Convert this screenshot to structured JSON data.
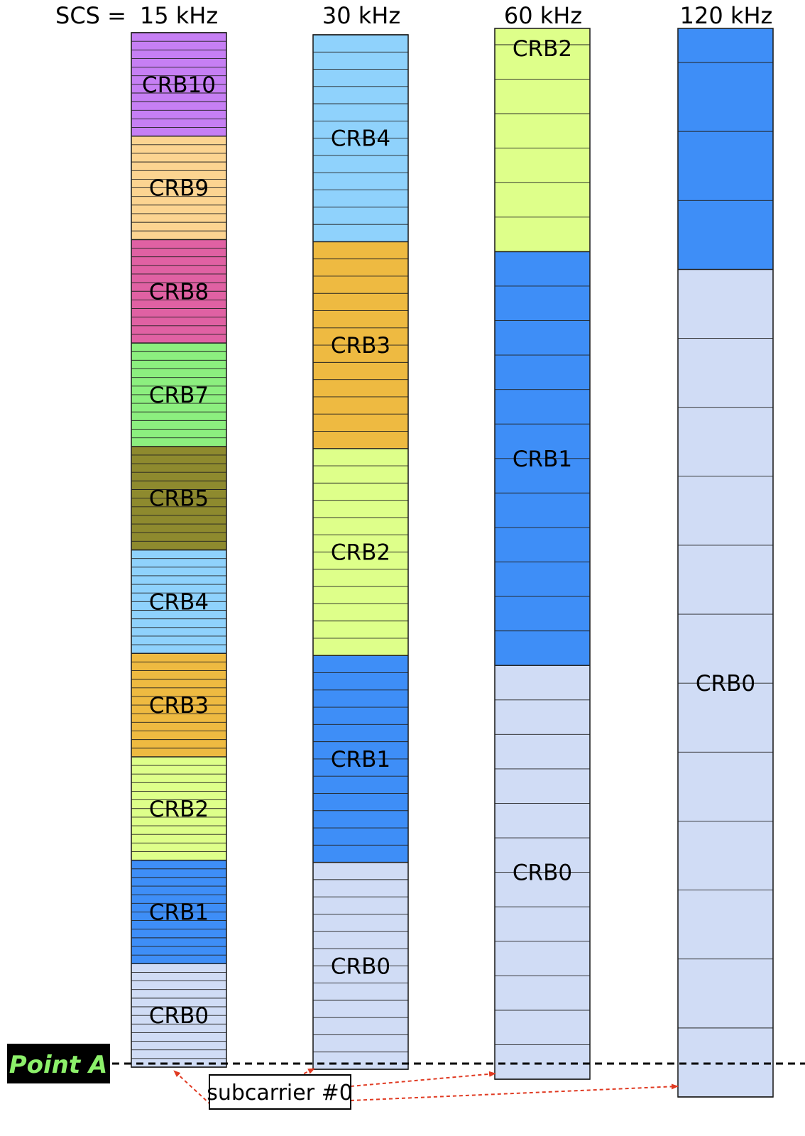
{
  "header": {
    "prefix": "SCS =",
    "columns": [
      "15 kHz",
      "30 kHz",
      "60 kHz",
      "120 kHz"
    ]
  },
  "columns": [
    {
      "scs": "15 kHz",
      "subcarriers_per_crb": 12,
      "blocks": [
        {
          "label": "CRB0",
          "color": "#d0dcf5"
        },
        {
          "label": "CRB1",
          "color": "#3e8ef7"
        },
        {
          "label": "CRB2",
          "color": "#deff8a"
        },
        {
          "label": "CRB3",
          "color": "#eeba41"
        },
        {
          "label": "CRB4",
          "color": "#8fd2fc"
        },
        {
          "label": "CRB5",
          "color": "#8e8a2e"
        },
        {
          "label": "CRB7",
          "color": "#8cef7f"
        },
        {
          "label": "CRB8",
          "color": "#e061a3"
        },
        {
          "label": "CRB9",
          "color": "#fcd491"
        },
        {
          "label": "CRB10",
          "color": "#c67ff4"
        }
      ]
    },
    {
      "scs": "30 kHz",
      "subcarriers_per_crb": 12,
      "blocks": [
        {
          "label": "CRB0",
          "color": "#d0dcf5"
        },
        {
          "label": "CRB1",
          "color": "#3e8ef7"
        },
        {
          "label": "CRB2",
          "color": "#deff8a"
        },
        {
          "label": "CRB3",
          "color": "#eeba41"
        },
        {
          "label": "CRB4",
          "color": "#8fd2fc"
        }
      ]
    },
    {
      "scs": "60 kHz",
      "subcarriers_per_crb": 12,
      "blocks": [
        {
          "label": "CRB0",
          "color": "#d0dcf5"
        },
        {
          "label": "CRB1",
          "color": "#3e8ef7"
        },
        {
          "label": "CRB2",
          "color": "#deff8a"
        }
      ]
    },
    {
      "scs": "120 kHz",
      "subcarriers_per_crb": 12,
      "blocks": [
        {
          "label": "CRB0",
          "color": "#d0dcf5"
        },
        {
          "label": "",
          "color": "#3e8ef7"
        }
      ]
    }
  ],
  "point_a": {
    "label": "Point A",
    "text_color": "#8cf06a",
    "background": "#000000"
  },
  "subcarrier_callout": {
    "label": "subcarrier #0",
    "arrow_color": "#e03a22"
  }
}
